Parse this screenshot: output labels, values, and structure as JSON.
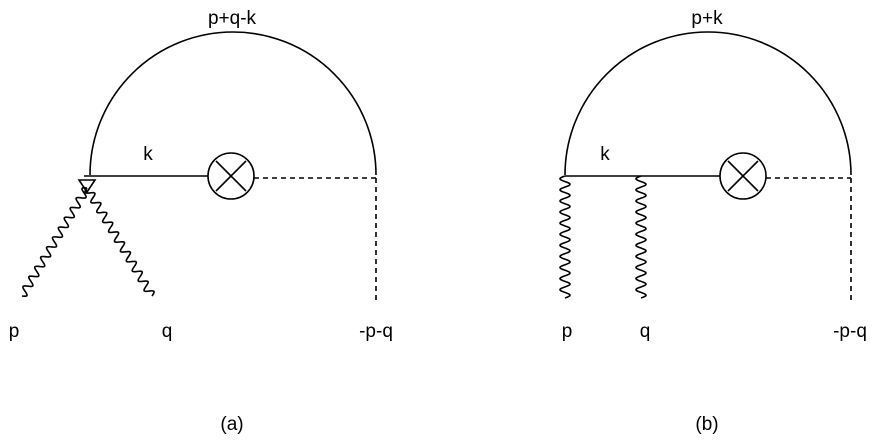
{
  "diagrams": [
    {
      "caption": "(a)",
      "labels": {
        "arc": "p+q-k",
        "internal": "k",
        "left_external": "p",
        "middle_external": "q",
        "right_external": "-p-q"
      }
    },
    {
      "caption": "(b)",
      "labels": {
        "arc": "p+k",
        "internal": "k",
        "left_external": "p",
        "middle_external": "q",
        "right_external": "-p-q"
      }
    }
  ],
  "icons": {
    "vertex": "circled-cross-icon"
  },
  "colors": {
    "stroke": "#000000",
    "background": "#ffffff"
  }
}
